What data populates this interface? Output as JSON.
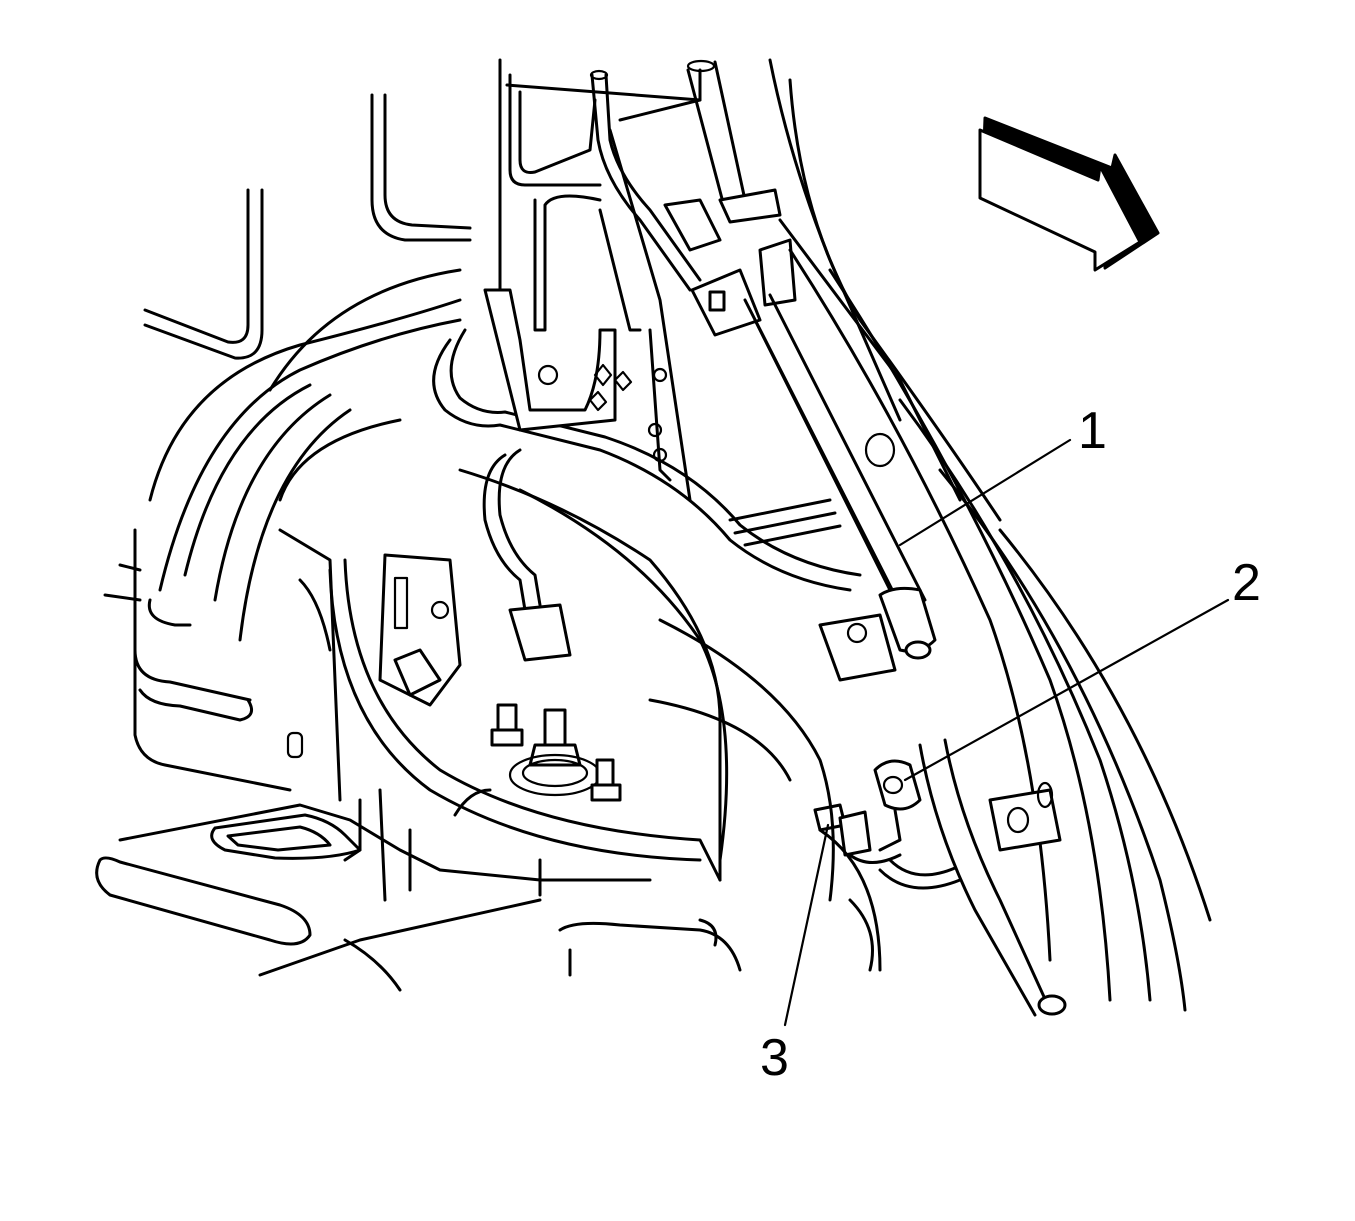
{
  "diagram": {
    "callouts": [
      {
        "id": "1",
        "label": "1"
      },
      {
        "id": "2",
        "label": "2"
      },
      {
        "id": "3",
        "label": "3"
      }
    ],
    "icons": {
      "direction_arrow": "front-direction-arrow-icon"
    }
  }
}
